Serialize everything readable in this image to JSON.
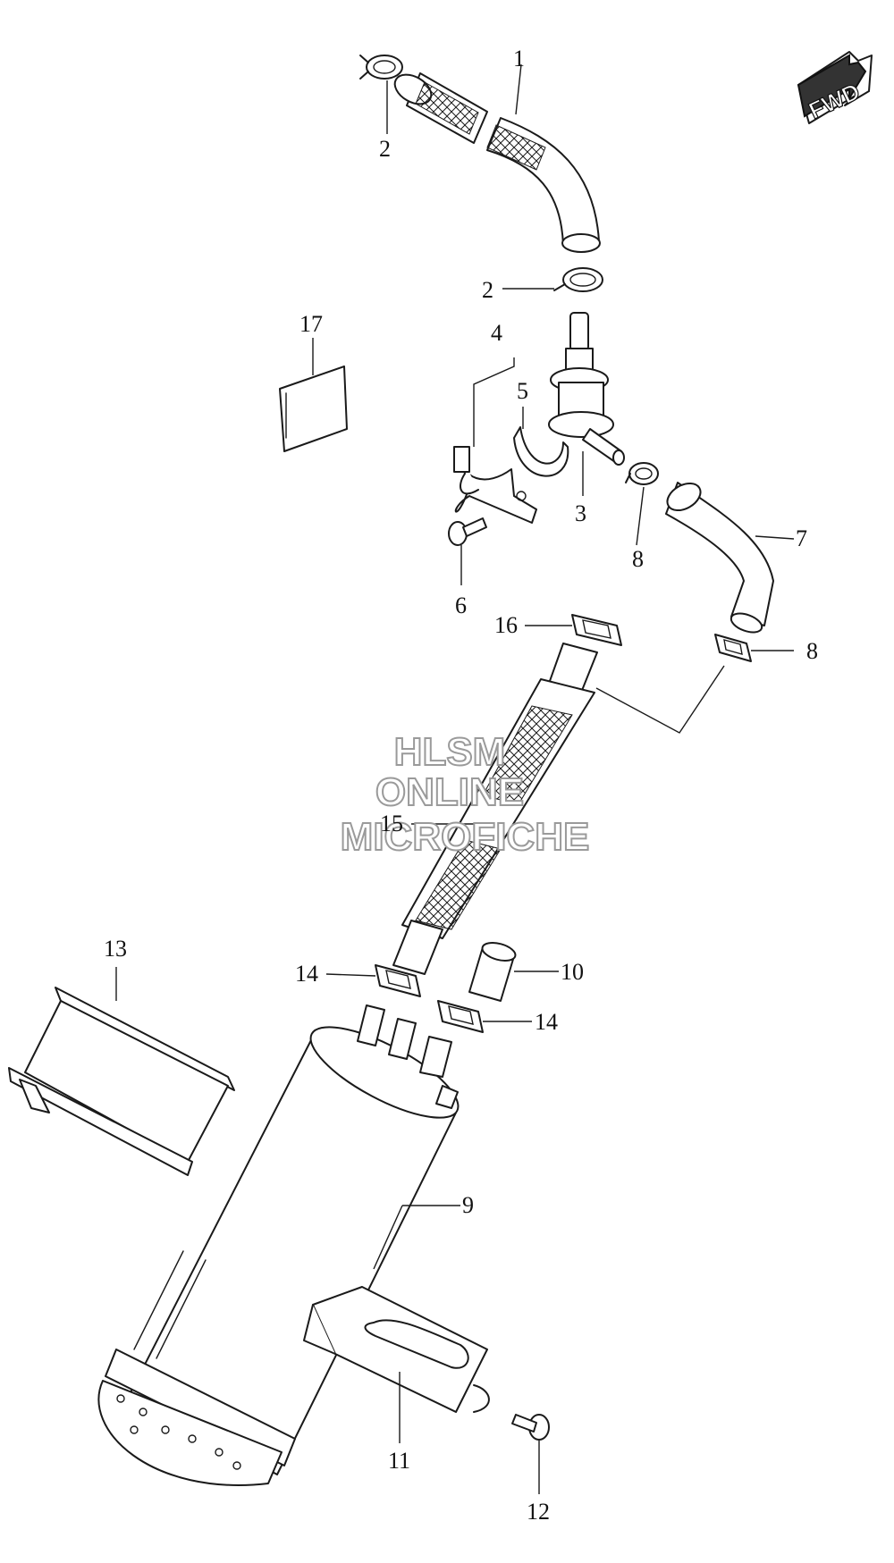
{
  "direction_badge": {
    "text": "FWD"
  },
  "watermark": {
    "line1": "HLSM",
    "line2": "ONLINE",
    "line3": "MICROFICHE"
  },
  "callouts": [
    "1",
    "2",
    "2",
    "3",
    "4",
    "5",
    "6",
    "7",
    "8",
    "8",
    "9",
    "10",
    "11",
    "12",
    "13",
    "14",
    "14",
    "15",
    "16",
    "17"
  ]
}
